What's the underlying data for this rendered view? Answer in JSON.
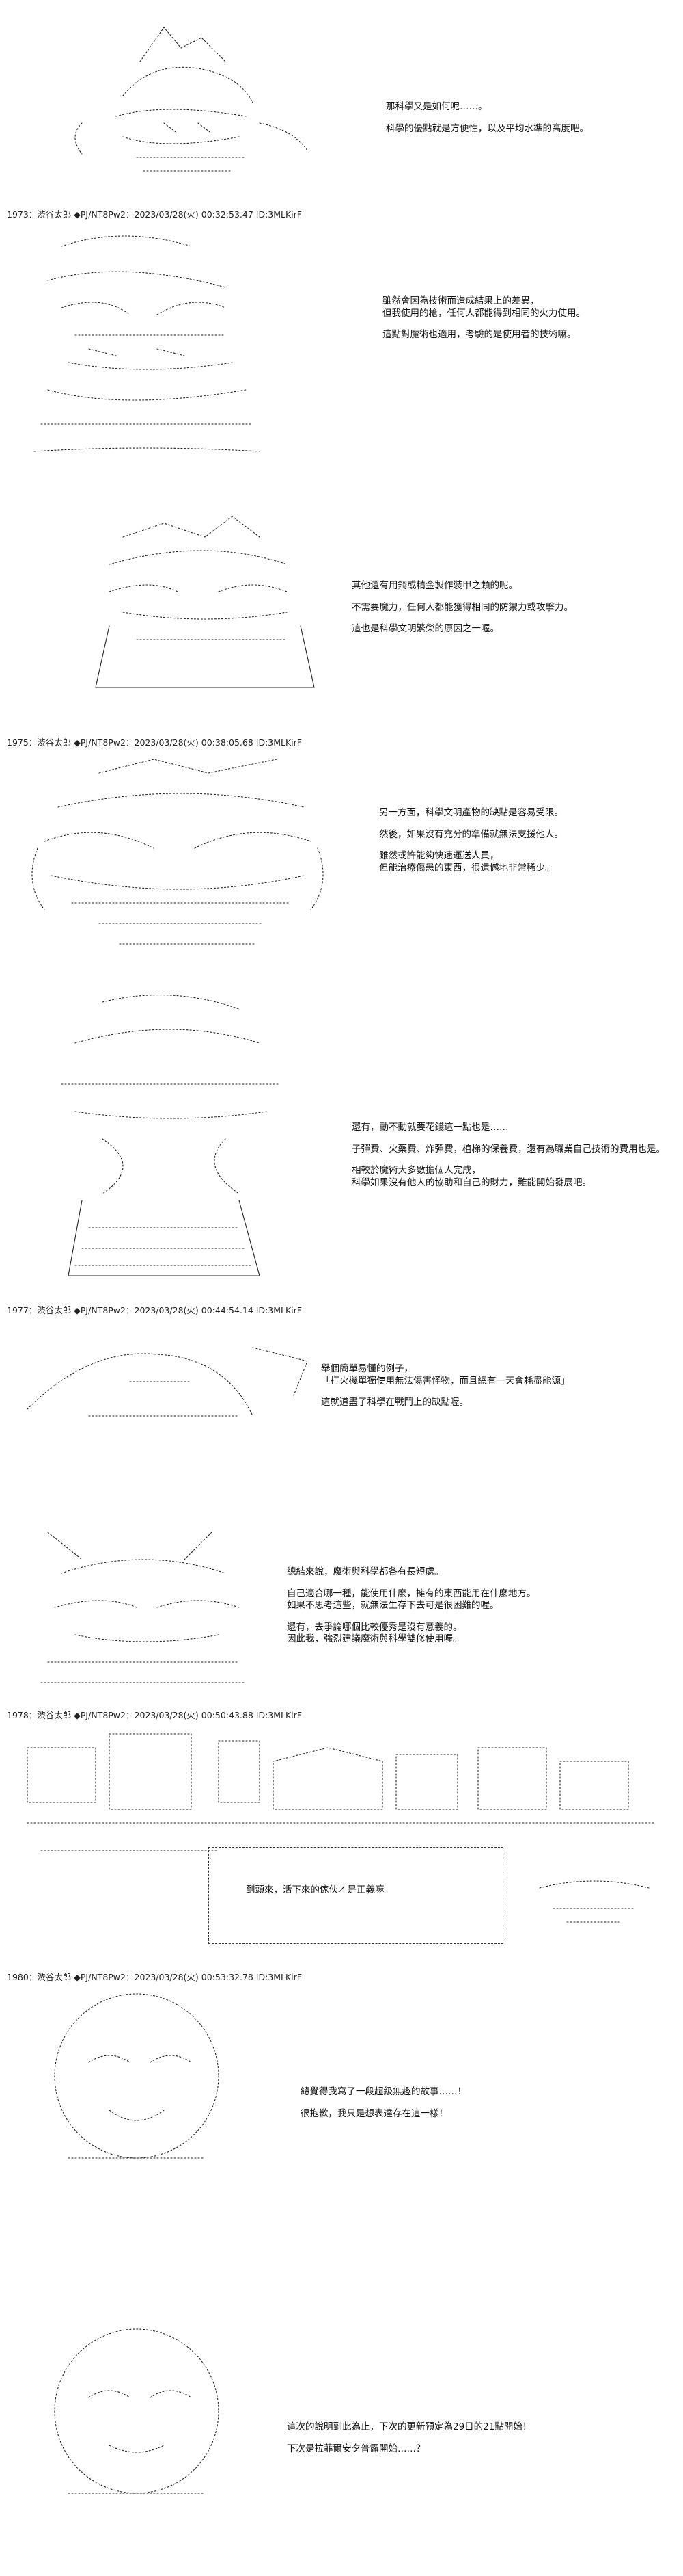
{
  "panels": [
    {
      "lines": [
        "那科學又是如何呢……。",
        "",
        "科學的優點就是方便性，以及平均水準的高度吧。"
      ]
    },
    {
      "lines": [
        "雖然會因為技術而造成結果上的差異，",
        "但我使用的槍，任何人都能得到相同的火力使用。",
        "",
        "這點對魔術也適用，考驗的是使用者的技術嘛。"
      ]
    },
    {
      "lines": [
        "其他還有用鋼或精金製作裝甲之類的呢。",
        "",
        "不需要魔力，任何人都能獲得相同的防禦力或攻擊力。",
        "",
        "這也是科學文明繁榮的原因之一喔。"
      ]
    },
    {
      "lines": [
        "另一方面，科學文明產物的缺點是容易受限。",
        "",
        "然後，如果沒有充分的準備就無法支援他人。",
        "",
        "雖然或許能夠快速運送人員，",
        "但能治療傷患的東西，很遺憾地非常稀少。"
      ]
    },
    {
      "lines": [
        "還有，動不動就要花錢這一點也是……",
        "",
        "子彈費、火藥費、炸彈費，植梯的保養費，還有為職業自己技術的費用也是。",
        "",
        "相較於魔術大多數擔個人完成，",
        "科學如果沒有他人的協助和自己的財力，難能開始發展吧。"
      ]
    },
    {
      "lines": [
        "舉個簡單易懂的例子，",
        "「打火機單獨使用無法傷害怪物，而且總有一天會耗盡能源」",
        "",
        "這就道盡了科學在戰鬥上的缺點喔。"
      ]
    },
    {
      "lines": [
        "總結來說，魔術與科學都各有長短處。",
        "",
        "自己適合哪一種，能使用什麼，擁有的東西能用在什麼地方。",
        "如果不思考這些，就無法生存下去可是很困難的喔。",
        "",
        "還有，去爭論哪個比較優秀是沒有意義的。",
        "因此我，強烈建議魔術與科學雙修使用喔。"
      ]
    },
    {
      "lines": [
        "到頭來，活下來的傢伙才是正義嘛。"
      ]
    },
    {
      "lines": [
        "總覺得我寫了一段超級無趣的故事……！",
        "",
        "很抱歉，我只是想表達存在這一樣！"
      ]
    },
    {
      "lines": [
        "這次的說明到此為止，下次的更新預定為29日的21點開始！",
        "",
        "下次是拉菲爾安夕普露開始……？"
      ]
    }
  ],
  "headers": [
    "1973：渋谷太郎 ◆PJ/NT8Pw2：2023/03/28(火) 00:32:53.47 ID:3MLKirF",
    "1975：渋谷太郎 ◆PJ/NT8Pw2：2023/03/28(火) 00:38:05.68 ID:3MLKirF",
    "1977：渋谷太郎 ◆PJ/NT8Pw2：2023/03/28(火) 00:44:54.14 ID:3MLKirF",
    "1978：渋谷太郎 ◆PJ/NT8Pw2：2023/03/28(火) 00:50:43.88 ID:3MLKirF",
    "1980：渋谷太郎 ◆PJ/NT8Pw2：2023/03/28(火) 00:53:32.78 ID:3MLKirF"
  ]
}
